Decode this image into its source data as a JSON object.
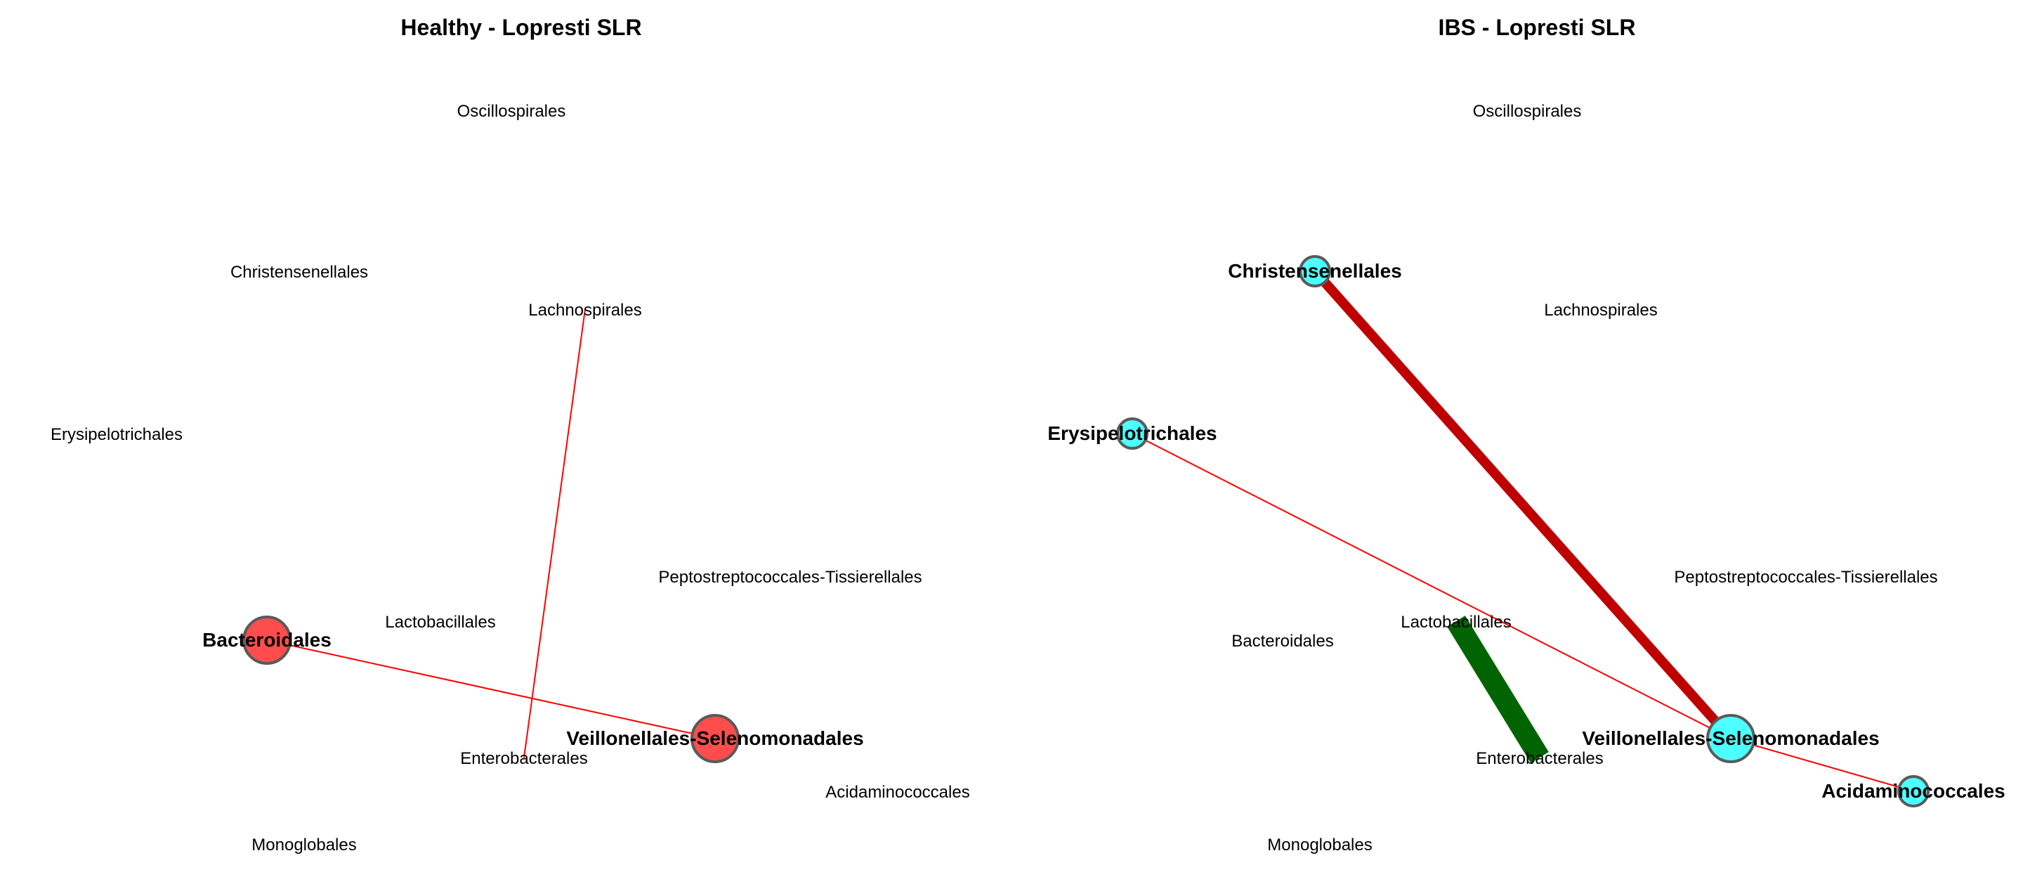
{
  "panels": [
    {
      "title": "Healthy - Lopresti SLR",
      "node_color": "#ff4d4d",
      "nodes": [
        {
          "label": "Oscillospirales",
          "highlighted": false,
          "size_level": 0
        },
        {
          "label": "Christensenellales",
          "highlighted": false,
          "size_level": 0
        },
        {
          "label": "Lachnospirales",
          "highlighted": false,
          "size_level": 0
        },
        {
          "label": "Erysipelotrichales",
          "highlighted": false,
          "size_level": 0
        },
        {
          "label": "Peptostreptococcales-Tissierellales",
          "highlighted": false,
          "size_level": 0
        },
        {
          "label": "Bacteroidales",
          "highlighted": true,
          "size_level": 2
        },
        {
          "label": "Lactobacillales",
          "highlighted": false,
          "size_level": 0
        },
        {
          "label": "Veillonellales-Selenomonadales",
          "highlighted": true,
          "size_level": 2
        },
        {
          "label": "Enterobacterales",
          "highlighted": false,
          "size_level": 0
        },
        {
          "label": "Acidaminococcales",
          "highlighted": false,
          "size_level": 0
        },
        {
          "label": "Monoglobales",
          "highlighted": false,
          "size_level": 0
        }
      ],
      "edges": [
        {
          "from": "Lachnospirales",
          "to": "Enterobacterales",
          "color": "#ff0000",
          "weight": 1
        },
        {
          "from": "Bacteroidales",
          "to": "Veillonellales-Selenomonadales",
          "color": "#ff0000",
          "weight": 1
        }
      ]
    },
    {
      "title": "IBS - Lopresti SLR",
      "node_color": "#4dffff",
      "nodes": [
        {
          "label": "Oscillospirales",
          "highlighted": false,
          "size_level": 0
        },
        {
          "label": "Christensenellales",
          "highlighted": true,
          "size_level": 1
        },
        {
          "label": "Lachnospirales",
          "highlighted": false,
          "size_level": 0
        },
        {
          "label": "Erysipelotrichales",
          "highlighted": true,
          "size_level": 1
        },
        {
          "label": "Peptostreptococcales-Tissierellales",
          "highlighted": false,
          "size_level": 0
        },
        {
          "label": "Bacteroidales",
          "highlighted": false,
          "size_level": 0
        },
        {
          "label": "Lactobacillales",
          "highlighted": false,
          "size_level": 0
        },
        {
          "label": "Veillonellales-Selenomonadales",
          "highlighted": true,
          "size_level": 2
        },
        {
          "label": "Enterobacterales",
          "highlighted": false,
          "size_level": 0
        },
        {
          "label": "Acidaminococcales",
          "highlighted": true,
          "size_level": 1
        },
        {
          "label": "Monoglobales",
          "highlighted": false,
          "size_level": 0
        }
      ],
      "edges": [
        {
          "from": "Christensenellales",
          "to": "Veillonellales-Selenomonadales",
          "color": "#bf0000",
          "weight": 7
        },
        {
          "from": "Erysipelotrichales",
          "to": "Veillonellales-Selenomonadales",
          "color": "#ff0000",
          "weight": 1
        },
        {
          "from": "Veillonellales-Selenomonadales",
          "to": "Acidaminococcales",
          "color": "#ff0000",
          "weight": 1
        },
        {
          "from": "Lactobacillales",
          "to": "Enterobacterales",
          "color": "#006400",
          "weight": 15
        }
      ]
    }
  ],
  "colors": {
    "node_border": "#5a5a5a",
    "label": "#000000"
  }
}
